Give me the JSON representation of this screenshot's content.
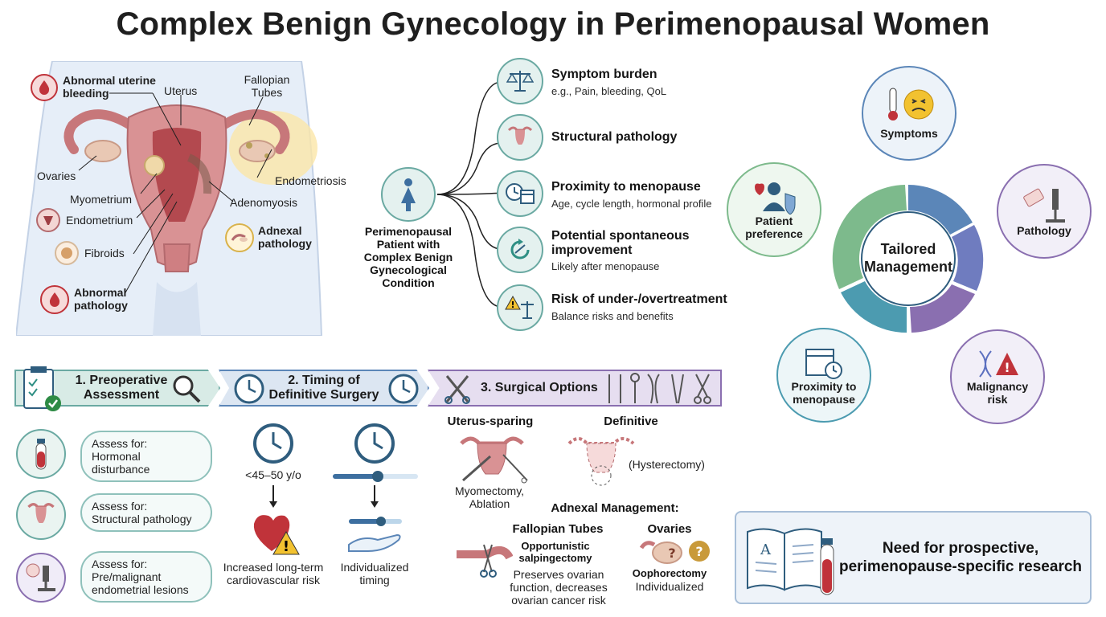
{
  "title": "Complex Benign Gynecology in Perimenopausal Women",
  "anatomy": {
    "abnormal_bleeding": "Abnormal uterine bleeding",
    "uterus": "Uterus",
    "fallopian_tubes": "Fallopian Tubes",
    "ovaries": "Ovaries",
    "endometriosis": "Endometriosis",
    "myometrium": "Myometrium",
    "adenomyosis": "Adenomyosis",
    "endometrium": "Endometrium",
    "adnexal_pathology": "Adnexal pathology",
    "fibroids": "Fibroids",
    "abnormal_pathology": "Abnormal pathology"
  },
  "patient": {
    "label": "Perimenopausal Patient with Complex Benign Gynecological Condition"
  },
  "factors": [
    {
      "title": "Symptom burden",
      "sub": "e.g., Pain, bleeding, QoL"
    },
    {
      "title": "Structural pathology",
      "sub": ""
    },
    {
      "title": "Proximity to menopause",
      "sub": "Age, cycle length, hormonal profile"
    },
    {
      "title": "Potential spontaneous improvement",
      "sub": "Likely after menopause"
    },
    {
      "title": "Risk of under-/overtreatment",
      "sub": "Balance risks and benefits"
    }
  ],
  "cycle": {
    "center": "Tailored Management",
    "symptoms": "Symptoms",
    "pathology": "Pathology",
    "malignancy": "Malignancy risk",
    "proximity": "Proximity to menopause",
    "preference": "Patient preference"
  },
  "steps": {
    "step1": "1. Preoperative Assessment",
    "step2": "2. Timing of Definitive Surgery",
    "step3": "3. Surgical Options"
  },
  "assessments": [
    {
      "prefix": "Assess for:",
      "item": "Hormonal disturbance"
    },
    {
      "prefix": "Assess for:",
      "item": "Structural pathology"
    },
    {
      "prefix": "Assess for:",
      "item": "Pre/malignant endometrial lesions"
    }
  ],
  "timing": {
    "age": "<45–50 y/o",
    "risk": "Increased long-term cardiovascular risk",
    "individual": "Individualized timing"
  },
  "surgical": {
    "uterus_sparing": "Uterus-sparing",
    "uterus_sparing_desc": "Myomectomy, Ablation",
    "definitive": "Definitive",
    "definitive_desc": "(Hysterectomy)",
    "adnexal": "Adnexal Management:",
    "tubes": "Fallopian Tubes",
    "salp": "Opportunistic salpingectomy",
    "salp_desc": "Preserves ovarian function, decreases ovarian cancer risk",
    "ovaries": "Ovaries",
    "ooph": "Oophorectomy",
    "ooph_desc": "Individualized"
  },
  "research": "Need for prospective, perimenopause-specific research",
  "colors": {
    "teal": "#6aa9a2",
    "blue": "#5b86b8",
    "purple": "#8a6fb0",
    "green": "#7dba8c",
    "red": "#c0333a"
  }
}
